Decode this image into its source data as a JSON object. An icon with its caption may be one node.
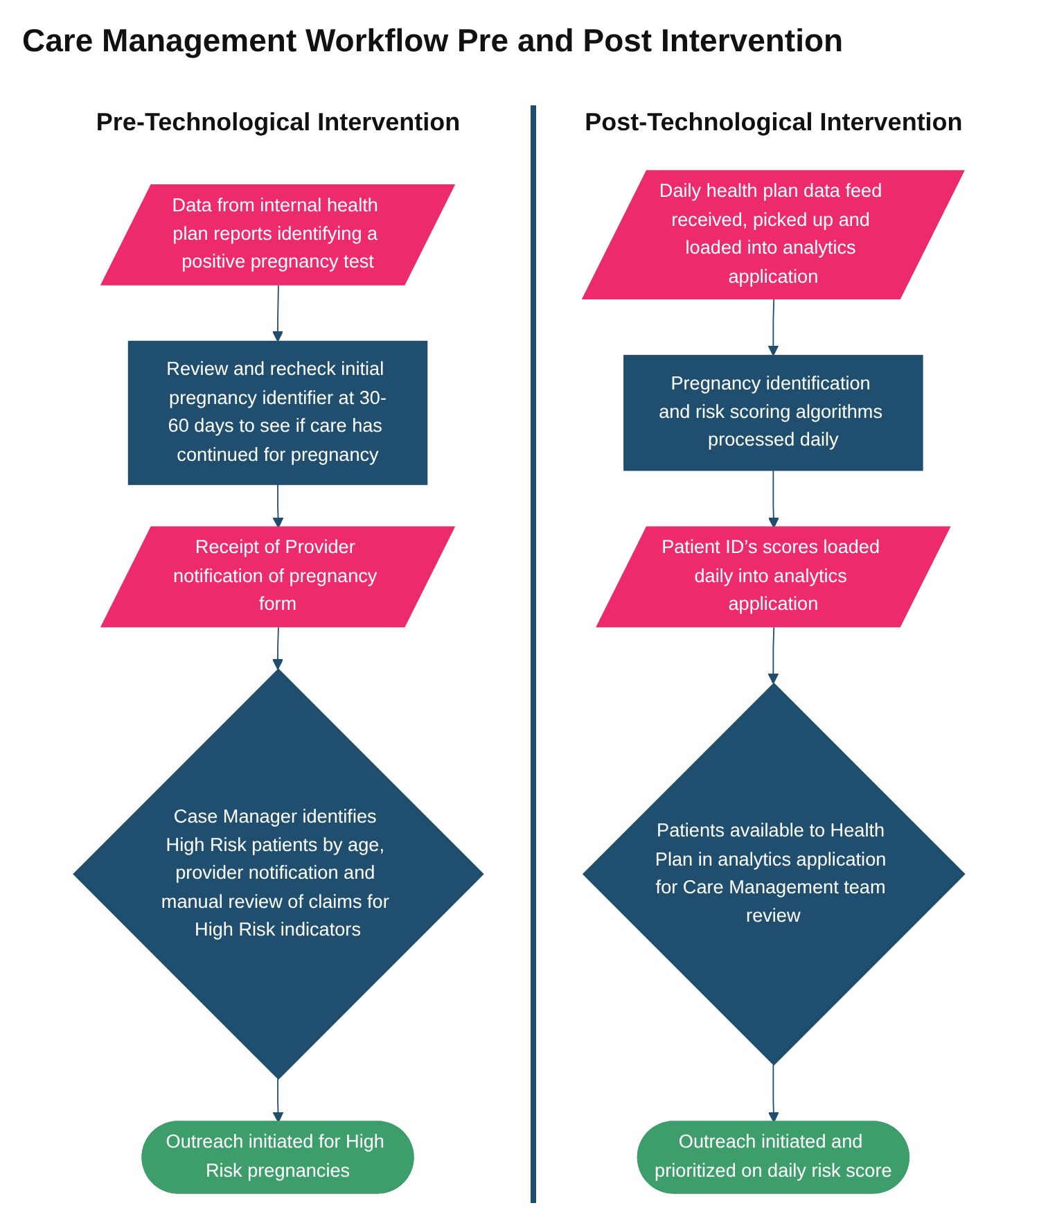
{
  "diagram": {
    "title": "Care Management Workflow Pre and Post Intervention",
    "nodes": [
      {
        "text": [
          "Data from internal health plan reports identifying a positive pregnancy test"
        ]
      },
      {
        "text": [
          "Review and recheck initial pregnancy identifier at 30-60 days to see if care has continued for pregnancy"
        ]
      },
      {
        "text": [
          "Receipt of Provider notification of pregnancy form"
        ]
      },
      {
        "text": [
          "Case Manager identifies High Risk patients by age, provider notification and manual review of claims for High Risk indicators"
        ]
      },
      {
        "text": [
          "Outreach initiated for High Risk pregnancies"
        ]
      },
      {
        "text": [
          "Daily health plan data feed received, picked up and loaded into analytics application"
        ]
      },
      {
        "text": [
          "Pregnancy identification and risk scoring algorithms processed daily"
        ]
      },
      {
        "text": [
          "Patient ID’s scores loaded daily into analytics application"
        ]
      },
      {
        "text": [
          "Patients available to Health Plan in analytics application for Care Management team review"
        ]
      },
      {
        "text": [
          "Outreach initiated and prioritized on daily risk score"
        ]
      }
    ],
    "edges": [
      {
        "from": 0,
        "to": 1,
        "arrow": "to"
      },
      {
        "from": 1,
        "to": 2,
        "arrow": "to"
      },
      {
        "from": 2,
        "to": 3,
        "arrow": "to"
      },
      {
        "from": 3,
        "to": 4,
        "arrow": "to"
      },
      {
        "from": 5,
        "to": 6,
        "arrow": "to"
      },
      {
        "from": 6,
        "to": 7,
        "arrow": "to"
      },
      {
        "from": 7,
        "to": 8,
        "arrow": "to"
      },
      {
        "from": 8,
        "to": 9,
        "arrow": "to"
      }
    ],
    "labels": [
      "Pre-Technological Intervention",
      "Post-Technological Intervention"
    ]
  }
}
